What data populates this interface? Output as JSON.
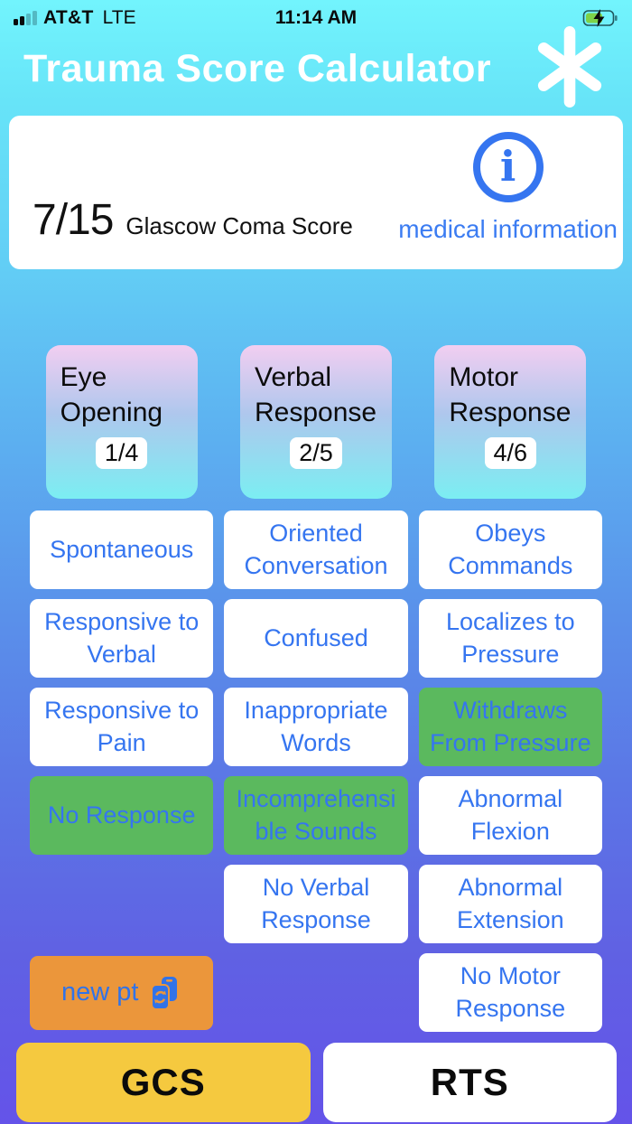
{
  "status_bar": {
    "carrier": "AT&T",
    "network": "LTE",
    "time": "11:14 AM"
  },
  "header": {
    "title": "Trauma Score Calculator"
  },
  "score_card": {
    "score": "7/15",
    "label": "Glascow Coma Score",
    "info_link": "medical information"
  },
  "categories": [
    {
      "name": "Eye Opening",
      "score": "1/4",
      "options": [
        {
          "label": "Spontaneous",
          "selected": false
        },
        {
          "label": "Responsive to Verbal",
          "selected": false
        },
        {
          "label": "Responsive to Pain",
          "selected": false
        },
        {
          "label": "No Response",
          "selected": true
        }
      ]
    },
    {
      "name": "Verbal Response",
      "score": "2/5",
      "options": [
        {
          "label": "Oriented Conversation",
          "selected": false
        },
        {
          "label": "Confused",
          "selected": false
        },
        {
          "label": "Inappropriate Words",
          "selected": false
        },
        {
          "label": "Incomprehensible Sounds",
          "selected": true
        },
        {
          "label": "No Verbal Response",
          "selected": false
        }
      ]
    },
    {
      "name": "Motor Response",
      "score": "4/6",
      "options": [
        {
          "label": "Obeys Commands",
          "selected": false
        },
        {
          "label": "Localizes to Pressure",
          "selected": false
        },
        {
          "label": "Withdraws From Pressure",
          "selected": true
        },
        {
          "label": "Abnormal Flexion",
          "selected": false
        },
        {
          "label": "Abnormal Extension",
          "selected": false
        },
        {
          "label": "No Motor Response",
          "selected": false
        }
      ]
    }
  ],
  "actions": {
    "new_patient_label": "new pt"
  },
  "tabs": [
    {
      "label": "GCS",
      "active": true
    },
    {
      "label": "RTS",
      "active": false
    }
  ],
  "colors": {
    "accent_blue": "#3575f0",
    "selected_green": "#5bb95e",
    "new_pt_orange": "#eb963b",
    "gcs_yellow": "#f5c93f",
    "charging_green": "#7ed348",
    "background_top": "#72f4fd",
    "background_bottom": "#6453e9"
  }
}
